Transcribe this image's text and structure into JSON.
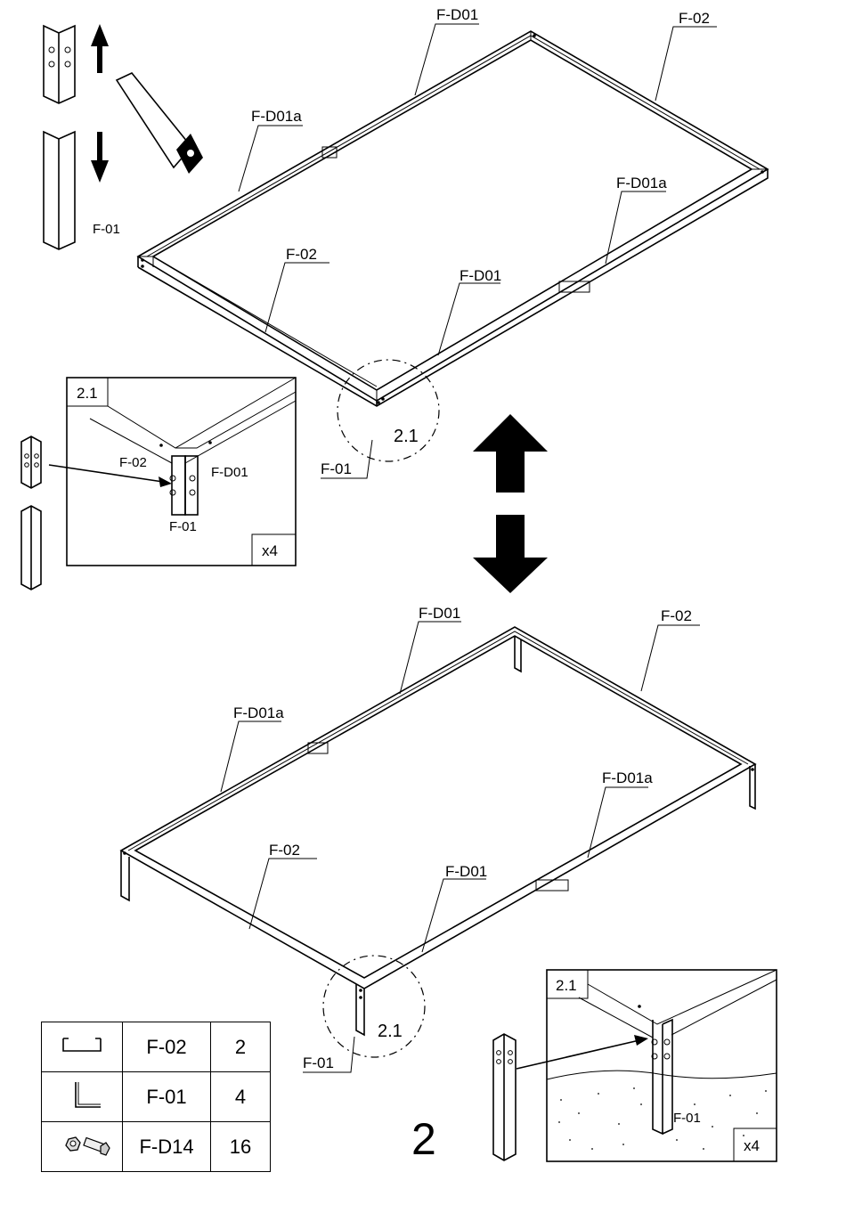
{
  "labels": {
    "fd01": "F-D01",
    "fd01a": "F-D01a",
    "f02": "F-02",
    "f01": "F-01",
    "detail": "2.1",
    "count": "x4"
  },
  "bom": [
    {
      "icon": "channel-profile-icon",
      "code": "F-02",
      "qty": "2"
    },
    {
      "icon": "angle-profile-icon",
      "code": "F-01",
      "qty": "4"
    },
    {
      "icon": "bolt-nut-icon",
      "code": "F-D14",
      "qty": "16"
    }
  ],
  "step_number": "2"
}
